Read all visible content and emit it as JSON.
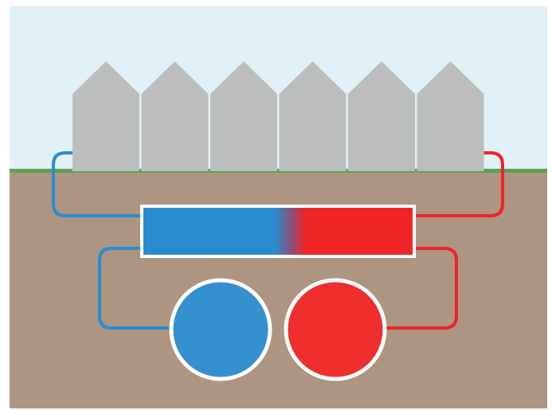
{
  "colors": {
    "sky": "#e1f1f8",
    "ground": "#ae9581",
    "grass": "#5fa052",
    "house": "#bcbebd",
    "outline": "#ffffff",
    "cold": "#2b8bcf",
    "cold_tank": "#3591cd",
    "hot": "#ee2427",
    "hot_tank": "#ee2f2e"
  },
  "houses": [
    {
      "name": "house-1"
    },
    {
      "name": "house-2"
    },
    {
      "name": "house-3"
    },
    {
      "name": "house-4"
    },
    {
      "name": "house-5"
    },
    {
      "name": "house-6"
    }
  ],
  "elements": {
    "heat_exchanger": "gradient-cold-to-hot",
    "cold_store": "circle",
    "hot_store": "circle"
  }
}
